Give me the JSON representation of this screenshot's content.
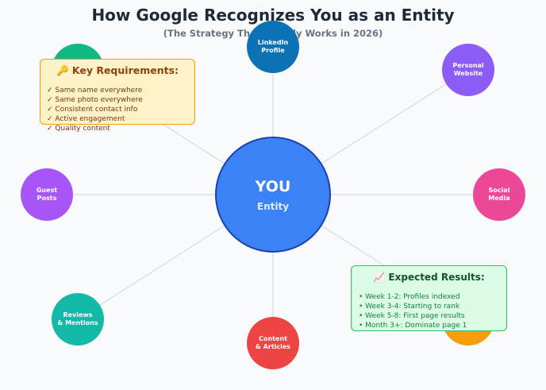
{
  "title": "How Google Recognizes You as an Entity",
  "subtitle_visible": "(The Strategy Th",
  "subtitle_tail": "ly Works in 2026)",
  "center": {
    "label": "YOU",
    "sublabel": "Entity",
    "color": "#3b82f6",
    "border": "#1e40af"
  },
  "nodes": [
    {
      "id": "linkedin",
      "label": "LinkedIn\nProfile",
      "color": "#0b72b5"
    },
    {
      "id": "personal-website",
      "label": "Personal\nWebsite",
      "color": "#8b5cf6"
    },
    {
      "id": "social-media",
      "label": "Social\nMedia",
      "color": "#ec4899"
    },
    {
      "id": "results-hidden",
      "label": "",
      "color": "#f59e0b"
    },
    {
      "id": "content",
      "label": "Content\n& Articles",
      "color": "#ef4444"
    },
    {
      "id": "reviews",
      "label": "Reviews\n& Mentions",
      "color": "#14b8a6"
    },
    {
      "id": "guest-posts",
      "label": "Guest\nPosts",
      "color": "#a855f7"
    },
    {
      "id": "top-left-hidden",
      "label": "",
      "color": "#10b981"
    }
  ],
  "requirements": {
    "title": "🔑 Key Requirements:",
    "items": [
      "✓ Same name everywhere",
      "✓ Same photo everywhere",
      "✓ Consistent contact info",
      "✓ Active engagement",
      "✓ Quality content"
    ]
  },
  "results": {
    "title": "📈 Expected Results:",
    "items": [
      "• Week 1-2: Profiles indexed",
      "• Week 3-4: Starting to rank",
      "• Week 5-8: First page results",
      "• Month 3+: Dominate page 1"
    ]
  }
}
